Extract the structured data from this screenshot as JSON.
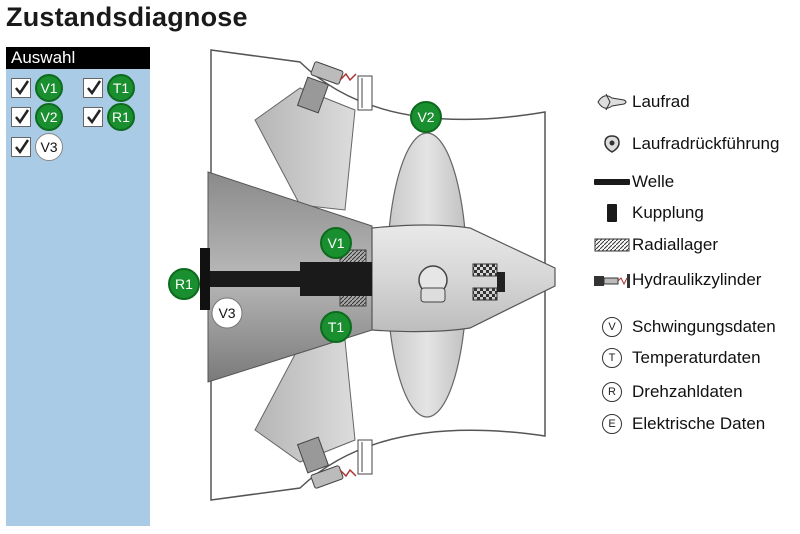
{
  "title": "Zustandsdiagnose",
  "sidebar": {
    "header": "Auswahl",
    "items": [
      {
        "label": "V1",
        "checked": true,
        "style": "green"
      },
      {
        "label": "T1",
        "checked": true,
        "style": "green"
      },
      {
        "label": "V2",
        "checked": true,
        "style": "green"
      },
      {
        "label": "R1",
        "checked": true,
        "style": "green"
      },
      {
        "label": "V3",
        "checked": true,
        "style": "white"
      }
    ]
  },
  "diagram": {
    "markers": [
      {
        "label": "V2",
        "style": "green"
      },
      {
        "label": "V1",
        "style": "green"
      },
      {
        "label": "R1",
        "style": "green"
      },
      {
        "label": "V3",
        "style": "white"
      },
      {
        "label": "T1",
        "style": "green"
      }
    ]
  },
  "legend": [
    {
      "icon": "runner-icon",
      "label": "Laufrad"
    },
    {
      "icon": "runner-return-icon",
      "label": "Laufradrückführung"
    },
    {
      "icon": "shaft-icon",
      "label": "Welle"
    },
    {
      "icon": "coupling-icon",
      "label": "Kupplung"
    },
    {
      "icon": "radial-bearing-icon",
      "label": "Radiallager"
    },
    {
      "icon": "hydraulic-cylinder-icon",
      "label": "Hydraulikzylinder"
    },
    {
      "icon": "V",
      "label": "Schwingungsdaten"
    },
    {
      "icon": "T",
      "label": "Temperaturdaten"
    },
    {
      "icon": "R",
      "label": "Drehzahldaten"
    },
    {
      "icon": "E",
      "label": "Elektrische Daten"
    }
  ],
  "colors": {
    "accent_green": "#1a8f2f",
    "sidebar_bg": "#a9cbe6",
    "header_bg": "#000000"
  }
}
